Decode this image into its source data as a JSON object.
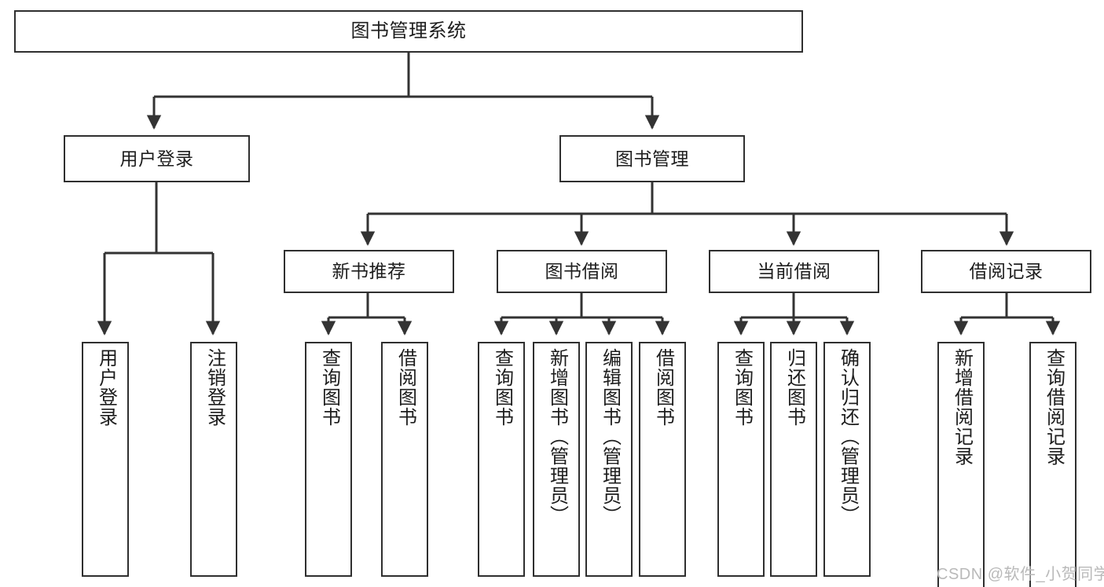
{
  "diagram": {
    "title": "图书管理系统",
    "type": "tree-hierarchy",
    "watermark": "CSDN @软件_小贺同学",
    "colors": {
      "box_border": "#2f2f2f",
      "box_fill": "#ffffff",
      "edge": "#333333",
      "text": "#1d1d1d",
      "watermark": "#b9b9b9",
      "background": "#ffffff"
    },
    "nodes": {
      "root": {
        "label": "图书管理系统"
      },
      "level2": [
        {
          "id": "user-login",
          "label": "用户登录"
        },
        {
          "id": "book-management",
          "label": "图书管理"
        }
      ],
      "level3": [
        {
          "id": "new-book-recommend",
          "label": "新书推荐"
        },
        {
          "id": "book-borrow",
          "label": "图书借阅"
        },
        {
          "id": "current-borrow",
          "label": "当前借阅"
        },
        {
          "id": "borrow-record",
          "label": "借阅记录"
        }
      ],
      "leaves": {
        "user_login": [
          {
            "id": "leaf-user-login",
            "label": "用户登录"
          },
          {
            "id": "leaf-logout-login",
            "label": "注销登录"
          }
        ],
        "new_book_recommend": [
          {
            "id": "leaf-query-book-1",
            "label": "查询图书"
          },
          {
            "id": "leaf-borrow-book-1",
            "label": "借阅图书"
          }
        ],
        "book_borrow": [
          {
            "id": "leaf-query-book-2",
            "label": "查询图书"
          },
          {
            "id": "leaf-add-book",
            "label": "新增图书（管理员）"
          },
          {
            "id": "leaf-edit-book",
            "label": "编辑图书（管理员）"
          },
          {
            "id": "leaf-borrow-book-2",
            "label": "借阅图书"
          }
        ],
        "current_borrow": [
          {
            "id": "leaf-query-book-3",
            "label": "查询图书"
          },
          {
            "id": "leaf-return-book",
            "label": "归还图书"
          },
          {
            "id": "leaf-confirm-return",
            "label": "确认归还（管理员）"
          }
        ],
        "borrow_record": [
          {
            "id": "leaf-add-borrow-record",
            "label": "新增借阅记录"
          },
          {
            "id": "leaf-query-borrow-record",
            "label": "查询借阅记录"
          }
        ]
      }
    }
  }
}
